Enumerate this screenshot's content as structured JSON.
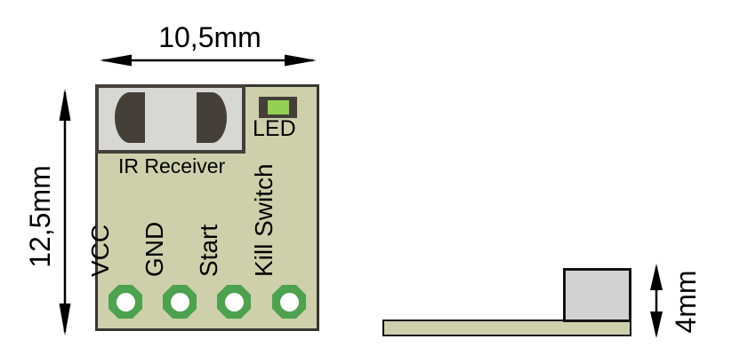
{
  "top_view": {
    "width_dimension": "10,5mm",
    "height_dimension": "12,5mm",
    "ir_receiver_label": "IR Receiver",
    "led_label": "LED",
    "pins": [
      {
        "label": "VCC"
      },
      {
        "label": "GND"
      },
      {
        "label": "Start"
      },
      {
        "label": "Kill Switch"
      }
    ]
  },
  "side_view": {
    "thickness_dimension": "4mm"
  },
  "colors": {
    "board": "#cdd0ab",
    "pad_green": "#4ca24e",
    "led_green": "#92d152",
    "component_dark": "#453f3a",
    "ir_window_gray": "#d7d7d5",
    "side_component_gray": "#d2d2d2"
  }
}
